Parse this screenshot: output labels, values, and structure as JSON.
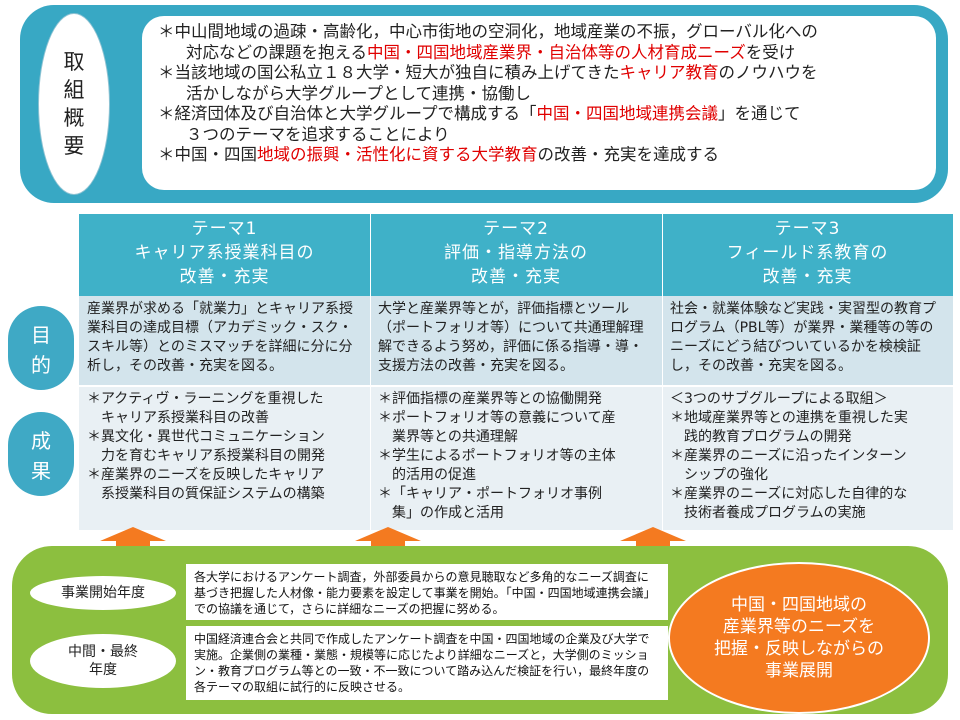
{
  "overview": {
    "title": [
      "取",
      "組",
      "概",
      "要"
    ],
    "bullets": [
      {
        "parts": [
          {
            "t": "＊中山間地域の過疎・高齢化，中心市街地の空洞化，地域産業の不振，グローバル化への",
            "red": false
          }
        ],
        "cont": [
          {
            "t": "対応などの課題を抱える",
            "red": false
          },
          {
            "t": "中国・四国地域産業界・自治体等の人材育成ニーズ",
            "red": true
          },
          {
            "t": "を受け",
            "red": false
          }
        ]
      },
      {
        "parts": [
          {
            "t": "＊当該地域の国公私立１８大学・短大が独自に積み上げてきた",
            "red": false
          },
          {
            "t": "キャリア教育",
            "red": true
          },
          {
            "t": "のノウハウを",
            "red": false
          }
        ],
        "cont": [
          {
            "t": "活かしながら大学グループとして連携・協働し",
            "red": false
          }
        ]
      },
      {
        "parts": [
          {
            "t": "＊経済団体及び自治体と大学グループで構成する「",
            "red": false
          },
          {
            "t": "中国・四国地域連携会議",
            "red": true
          },
          {
            "t": "」を通じて",
            "red": false
          }
        ],
        "cont": [
          {
            "t": "３つのテーマを追求することにより",
            "red": false
          }
        ]
      },
      {
        "parts": [
          {
            "t": "＊中国・四国",
            "red": false
          },
          {
            "t": "地域の振興・活性化に資する大学教育",
            "red": true
          },
          {
            "t": "の改善・充実を達成する",
            "red": false
          }
        ],
        "cont": []
      }
    ]
  },
  "themes": [
    {
      "lines": [
        "テーマ1",
        "キャリア系授業科目の",
        "改善・充実"
      ],
      "purpose": "産業界が求める「就業力」とキャリア系授業科目の達成目標（アカデミック・スク・スキル等）とのミスマッチを詳細に分に分析し，その改善・充実を図る。",
      "results": [
        {
          "t": "＊アクティヴ・ラーニングを重視した",
          "ind": false
        },
        {
          "t": "キャリア系授業科目の改善",
          "ind": true
        },
        {
          "t": "＊異文化・異世代コミュニケーション",
          "ind": false
        },
        {
          "t": "力を育むキャリア系授業科目の開発",
          "ind": true
        },
        {
          "t": "＊産業界のニーズを反映したキャリア",
          "ind": false
        },
        {
          "t": "系授業科目の質保証システムの構築",
          "ind": true
        }
      ]
    },
    {
      "lines": [
        "テーマ2",
        "評価・指導方法の",
        "改善・充実"
      ],
      "purpose": "大学と産業界等とが，評価指標とツール（ポートフォリオ等）について共通理解理解できるよう努め，評価に係る指導・導・支援方法の改善・充実を図る。",
      "results": [
        {
          "t": "＊評価指標の産業界等との協働開発",
          "ind": false
        },
        {
          "t": "＊ポートフォリオ等の意義について産",
          "ind": false
        },
        {
          "t": "業界等との共通理解",
          "ind": true
        },
        {
          "t": "＊学生によるポートフォリオ等の主体",
          "ind": false
        },
        {
          "t": "的活用の促進",
          "ind": true
        },
        {
          "t": "＊「キャリア・ポートフォリオ事例",
          "ind": false
        },
        {
          "t": "集」の作成と活用",
          "ind": true
        }
      ]
    },
    {
      "lines": [
        "テーマ3",
        "フィールド系教育の",
        "改善・充実"
      ],
      "purpose": "社会・就業体験など実践・実習型の教育プログラム（PBL等）が業界・業種等の等のニーズにどう結びついているかを検検証し，その改善・充実を図る。",
      "results": [
        {
          "t": "＜3つのサブグループによる取組＞",
          "ind": false
        },
        {
          "t": "＊地域産業界等との連携を重視した実",
          "ind": false
        },
        {
          "t": "践的教育プログラムの開発",
          "ind": true
        },
        {
          "t": "＊産業界のニーズに沿ったインターン",
          "ind": false
        },
        {
          "t": "シップの強化",
          "ind": true
        },
        {
          "t": "＊産業界のニーズに対応した自律的な",
          "ind": false
        },
        {
          "t": "技術者養成プログラムの実施",
          "ind": true
        }
      ]
    }
  ],
  "side": {
    "purpose": [
      "目",
      "的"
    ],
    "result": [
      "成",
      "果"
    ]
  },
  "bottom": {
    "start_label": "事業開始年度",
    "start_text": "各大学におけるアンケート調査，外部委員からの意見聴取など多角的なニーズ調査に基づき把握した人材像・能力要素を設定して事業を開始。「中国・四国地域連携会議」での協議を通じて，さらに詳細なニーズの把握に努める。",
    "mid_label": [
      "中間・最終",
      "年度"
    ],
    "mid_text": "中国経済連合会と共同で作成したアンケート調査を中国・四国地域の企業及び大学で実施。企業側の業種・業態・規模等に応じたより詳細なニーズと，大学側のミッション・教育プログラム等との一致・不一致について踏み込んだ検証を行い，最終年度の各テーマの取組に試行的に反映させる。",
    "goal": [
      "中国・四国地域の",
      "産業界等のニーズを",
      "把握・反映しながらの",
      "事業展開"
    ]
  },
  "colors": {
    "teal": "#38a8c4",
    "green": "#8cbf3f",
    "orange": "#f47a20",
    "red": "#e00000"
  }
}
